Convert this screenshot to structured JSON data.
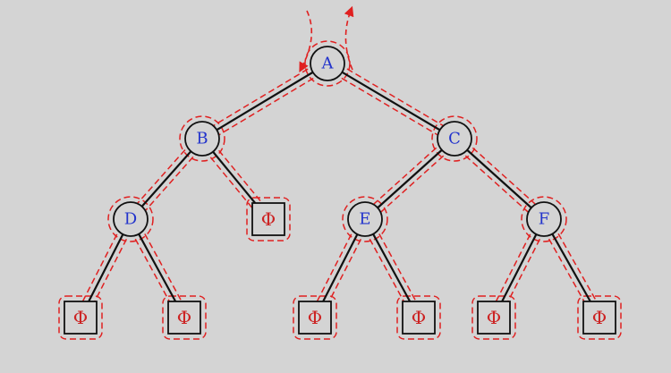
{
  "colors": {
    "background": "#d4d4d4",
    "edge": "#111111",
    "node_fill": "#d4d4d4",
    "node_stroke": "#111111",
    "node_text": "#2233cc",
    "null_text": "#cc2222",
    "trace": "#e02020"
  },
  "nodes": [
    {
      "id": "A",
      "label": "A"
    },
    {
      "id": "B",
      "label": "B"
    },
    {
      "id": "C",
      "label": "C"
    },
    {
      "id": "D",
      "label": "D"
    },
    {
      "id": "E",
      "label": "E"
    },
    {
      "id": "F",
      "label": "F"
    }
  ],
  "null_nodes": [
    {
      "id": "B-right",
      "label": "Φ"
    },
    {
      "id": "D-left",
      "label": "Φ"
    },
    {
      "id": "D-right",
      "label": "Φ"
    },
    {
      "id": "E-left",
      "label": "Φ"
    },
    {
      "id": "E-right",
      "label": "Φ"
    },
    {
      "id": "F-left",
      "label": "Φ"
    },
    {
      "id": "F-right",
      "label": "Φ"
    }
  ],
  "edges": [
    [
      "A",
      "B"
    ],
    [
      "A",
      "C"
    ],
    [
      "B",
      "D"
    ],
    [
      "B",
      "B-right"
    ],
    [
      "D",
      "D-left"
    ],
    [
      "D",
      "D-right"
    ],
    [
      "C",
      "E"
    ],
    [
      "C",
      "F"
    ],
    [
      "E",
      "E-left"
    ],
    [
      "E",
      "E-right"
    ],
    [
      "F",
      "F-left"
    ],
    [
      "F",
      "F-right"
    ]
  ]
}
